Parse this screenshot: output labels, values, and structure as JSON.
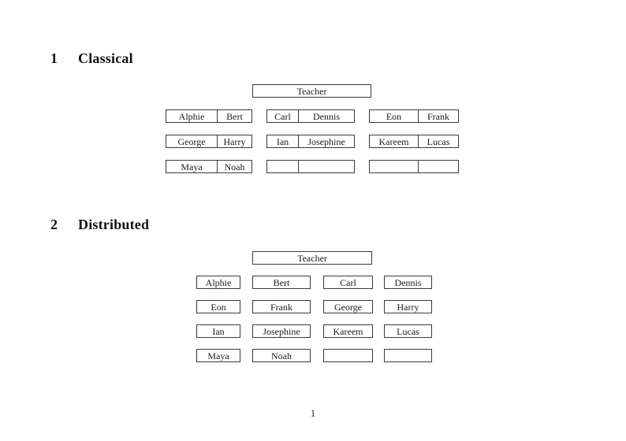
{
  "page": {
    "background": "#ffffff",
    "border_color": "#3a3a3a",
    "page_number": "1"
  },
  "sections": {
    "classical": {
      "number": "1",
      "title": "Classical",
      "teacher_label": "Teacher",
      "desks": [
        {
          "left": "Alphie",
          "right": "Bert"
        },
        {
          "left": "Carl",
          "right": "Dennis"
        },
        {
          "left": "Eon",
          "right": "Frank"
        },
        {
          "left": "George",
          "right": "Harry"
        },
        {
          "left": "Ian",
          "right": "Josephine"
        },
        {
          "left": "Kareem",
          "right": "Lucas"
        },
        {
          "left": "Maya",
          "right": "Noah"
        },
        {
          "left": "",
          "right": ""
        },
        {
          "left": "",
          "right": ""
        }
      ]
    },
    "distributed": {
      "number": "2",
      "title": "Distributed",
      "teacher_label": "Teacher",
      "seats": [
        "Alphie",
        "Bert",
        "Carl",
        "Dennis",
        "Eon",
        "Frank",
        "George",
        "Harry",
        "Ian",
        "Josephine",
        "Kareem",
        "Lucas",
        "Maya",
        "Noah",
        "",
        ""
      ]
    }
  }
}
